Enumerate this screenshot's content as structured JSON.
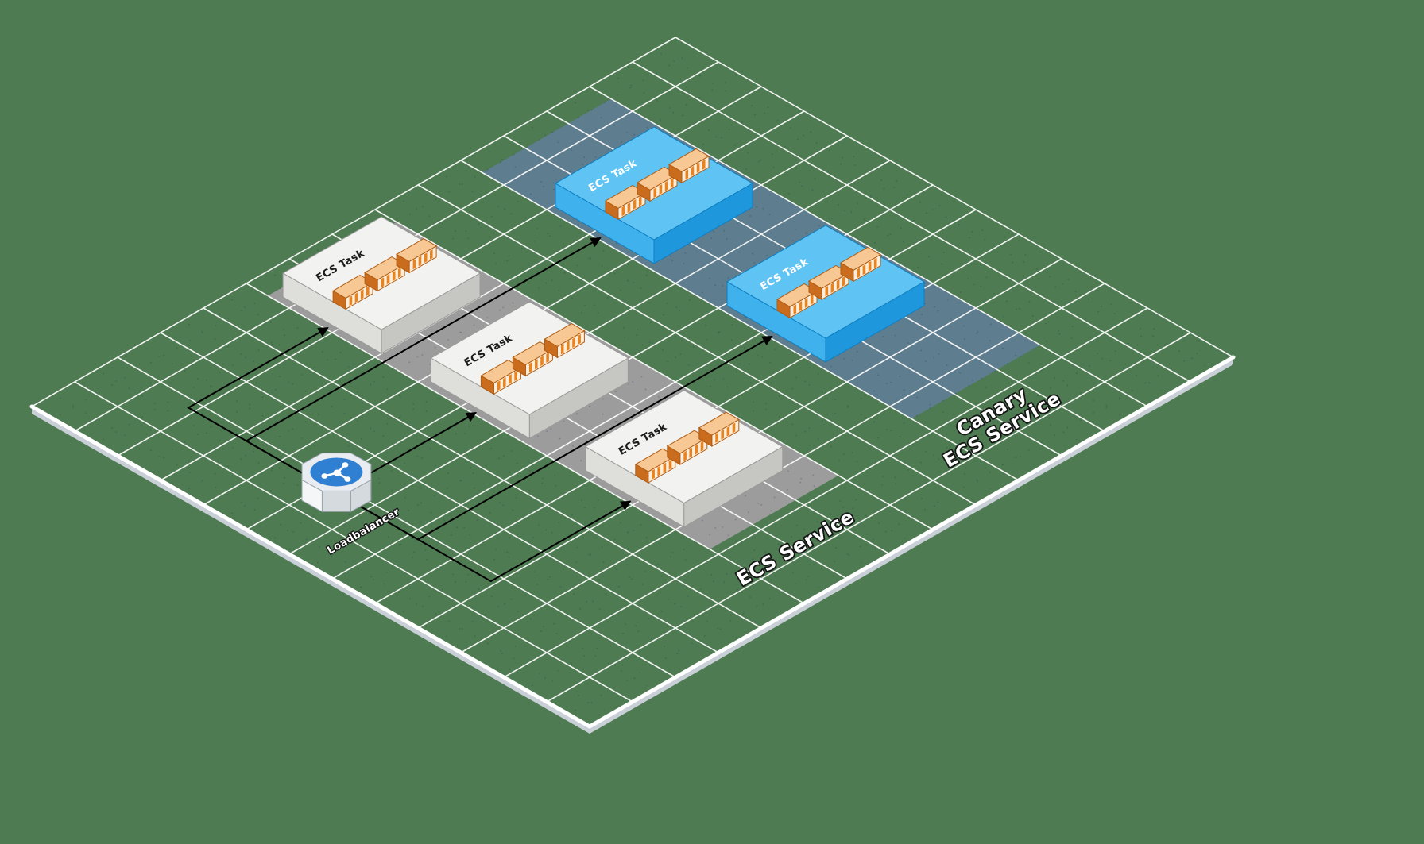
{
  "diagram": {
    "zones": {
      "ecs_service": {
        "label": "ECS Service"
      },
      "canary_ecs_service": {
        "label_line1": "Canary",
        "label_line2": "ECS Service"
      }
    },
    "loadbalancer": {
      "label": "Loadbalancer"
    },
    "tasks": [
      {
        "id": "ecs-task-1",
        "label": "ECS Task",
        "variant": "standard"
      },
      {
        "id": "ecs-task-2",
        "label": "ECS Task",
        "variant": "standard"
      },
      {
        "id": "ecs-task-3",
        "label": "ECS Task",
        "variant": "standard"
      },
      {
        "id": "canary-ecs-task-1",
        "label": "ECS Task",
        "variant": "canary"
      },
      {
        "id": "canary-ecs-task-2",
        "label": "ECS Task",
        "variant": "canary"
      }
    ],
    "colors": {
      "background": "#4e7b51",
      "grid_line": "#ffffff",
      "grid_dot": "#16324f",
      "zone_ecs_service": "#9c9c9c",
      "zone_canary": "#5e7d8f",
      "platform_side": "#c9cfd6",
      "platform_edge": "#ffffff",
      "task_top": "#f2f2f0",
      "task_left": "#dededb",
      "task_right": "#c6c6c3",
      "task_stroke": "#9a9a98",
      "canary_top": "#5fc4f4",
      "canary_left": "#3fb2ee",
      "canary_right": "#1f97dd",
      "canary_stroke": "#0f7fc0",
      "container_top": "#f7c893",
      "container_side": "#c96c1e",
      "container_face": "#fdeedd",
      "container_rib": "#e8831f",
      "container_stroke": "#b05c12",
      "arrow": "#000000",
      "lb_top": "#e9edf1",
      "lb_side_light": "#f4f6f8",
      "lb_side_dark": "#d5dade",
      "lb_stroke": "#9aa4ad",
      "lb_disc": "#2f7fd3",
      "lb_glyph": "#ffffff",
      "task_label_standard": "#1c1c1c",
      "task_label_canary": "#ffffff"
    }
  }
}
